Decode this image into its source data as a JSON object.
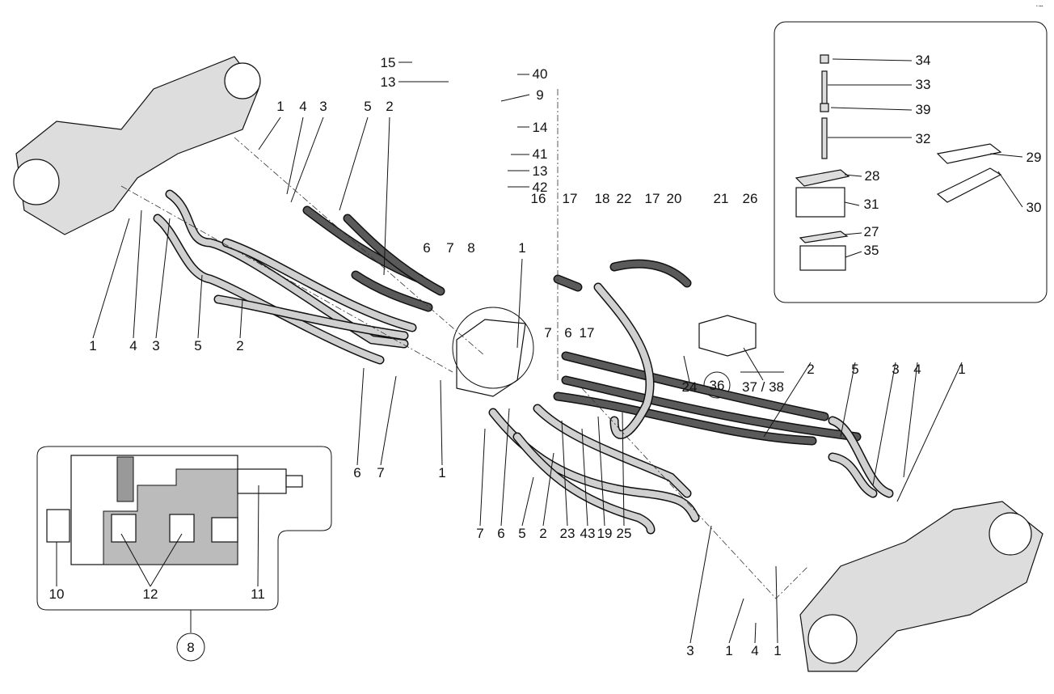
{
  "diagram": {
    "callouts": [
      "1",
      "2",
      "3",
      "4",
      "5",
      "6",
      "7",
      "8",
      "9",
      "10",
      "11",
      "12",
      "13",
      "14",
      "15",
      "16",
      "17",
      "18",
      "19",
      "20",
      "21",
      "22",
      "23",
      "24",
      "25",
      "26",
      "27",
      "28",
      "29",
      "30",
      "31",
      "32",
      "33",
      "34",
      "35",
      "36",
      "37 / 38",
      "39",
      "40",
      "41",
      "42",
      "43"
    ],
    "inset_valve_block_callout": "8",
    "colors": {
      "hose_dark": "#5a5a5a",
      "hose_light": "#d0d0d0",
      "outline": "#111111"
    }
  }
}
